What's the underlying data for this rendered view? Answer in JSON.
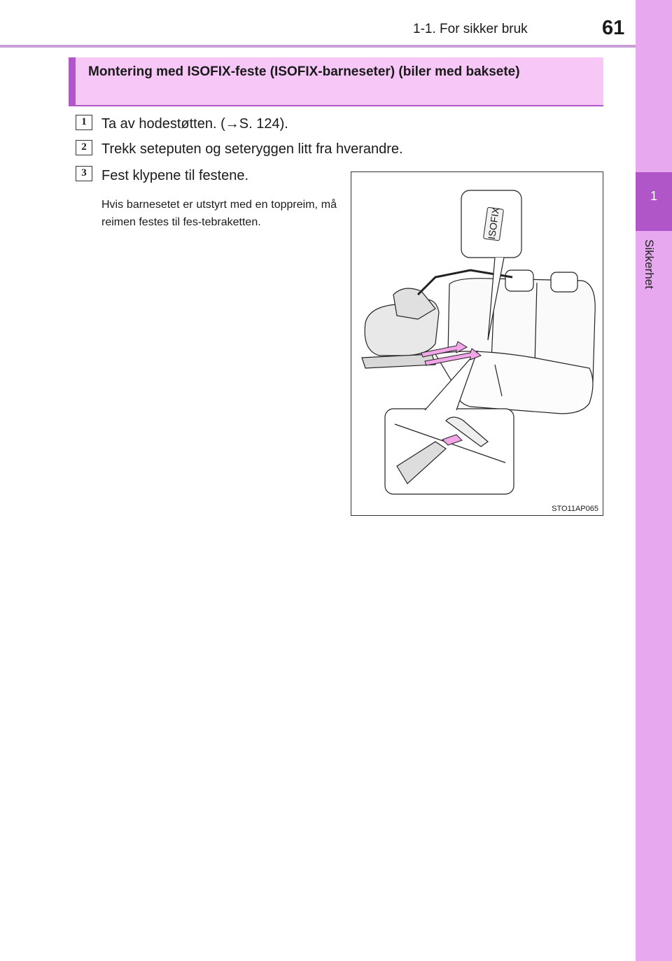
{
  "header": {
    "section": "1-1. For sikker bruk",
    "page": "61"
  },
  "side_tab": {
    "chapter_number": "1",
    "chapter_label": "Sikkerhet"
  },
  "box": {
    "title": "Montering med ISOFIX-feste (ISOFIX-barneseter) (biler med baksete)"
  },
  "steps": [
    {
      "number": "1",
      "text": "Ta av hodestøtten. (→S. 124)."
    },
    {
      "number": "2",
      "text": "Trekk seteputen og seteryggen litt fra hverandre."
    },
    {
      "number": "3",
      "text": "Fest klypene til festene."
    }
  ],
  "note": "Hvis barnesetet er utstyrt med en toppreim, må reimen festes til fes-tebraketten.",
  "figure": {
    "label": "ISOFIX",
    "code": "STO11AP065"
  },
  "colors": {
    "accent": "#b056c8",
    "tab": "#e8a8f0",
    "box_fill": "#f7c8f7",
    "rule": "#c9a0d6"
  }
}
